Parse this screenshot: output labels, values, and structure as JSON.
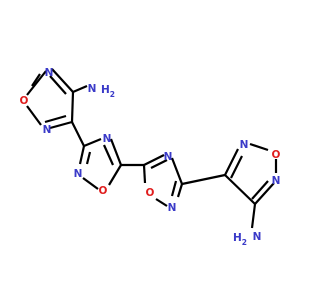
{
  "diagram": {
    "type": "skeletal-structural-formula",
    "background": "#ffffff",
    "bond_color": "#000000",
    "colors": {
      "N": "#3a3ac8",
      "O": "#e01e1e",
      "H": "#3a3ac8"
    },
    "atoms": [
      {
        "id": "n_r1_top",
        "symbol": "N"
      },
      {
        "id": "o_r1",
        "symbol": "O"
      },
      {
        "id": "n_r1_bottom",
        "symbol": "N"
      },
      {
        "id": "nh2_top",
        "symbol": "N",
        "h_label": "H"
      },
      {
        "id": "n_r2_top",
        "symbol": "N"
      },
      {
        "id": "n_r2_bottom",
        "symbol": "N"
      },
      {
        "id": "o_r2",
        "symbol": "O"
      },
      {
        "id": "n_r3_top",
        "symbol": "N"
      },
      {
        "id": "o_r3",
        "symbol": "O"
      },
      {
        "id": "n_r3_bottom",
        "symbol": "N"
      },
      {
        "id": "n_r4_top",
        "symbol": "N"
      },
      {
        "id": "o_r4",
        "symbol": "O"
      },
      {
        "id": "n_r4_right",
        "symbol": "N"
      },
      {
        "id": "nh2_bottom",
        "symbol": "N",
        "h_label": "H"
      }
    ],
    "h2_subscript": "2"
  }
}
